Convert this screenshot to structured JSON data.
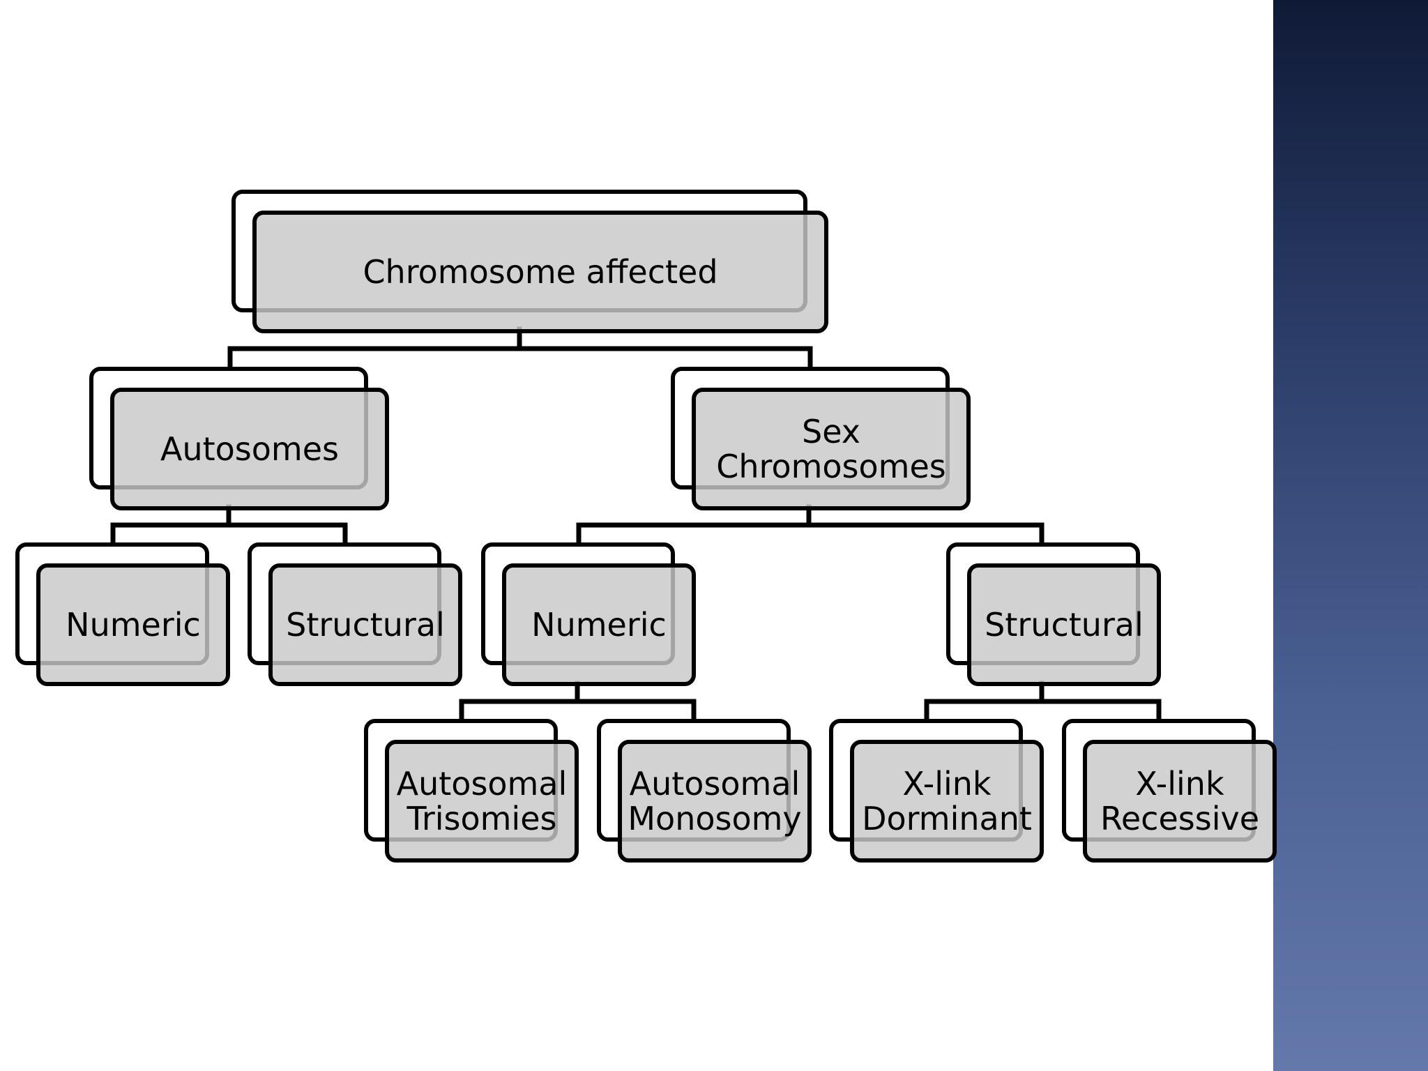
{
  "colors": {
    "node_fill": "#c8c8c8",
    "node_border": "#000000",
    "side_band_top": "#0f1a36",
    "side_band_bottom": "#6478ab"
  },
  "tree": {
    "root": "Chromosome affected",
    "autosomes": "Autosomes",
    "sex_chromosomes": "Sex\nChromosomes",
    "autosomes_numeric": "Numeric",
    "autosomes_structural": "Structural",
    "sex_numeric": "Numeric",
    "sex_structural": "Structural",
    "autosomal_trisomies": "Autosomal\nTrisomies",
    "autosomal_monosomy": "Autosomal\nMonosomy",
    "x_link_dominant": "X-link\nDorminant",
    "x_link_recessive": "X-link\nRecessive"
  }
}
